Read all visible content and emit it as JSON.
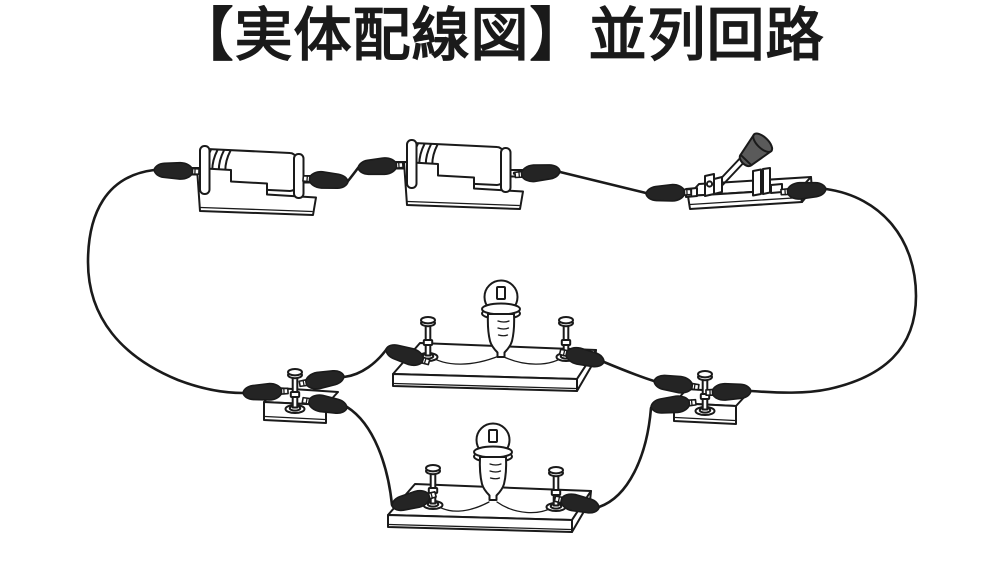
{
  "title": "【実体配線図】並列回路",
  "diagram": {
    "type": "pictorial-wiring-diagram",
    "circuit_topology": "parallel",
    "components": [
      "battery-holder-1",
      "battery-holder-2",
      "knife-switch",
      "light-bulb-board-1",
      "light-bulb-board-2",
      "terminal-post-left",
      "terminal-post-right",
      "alligator-clip-leads"
    ],
    "state": {
      "switch": "open"
    }
  },
  "colors": {
    "background": "#ffffff",
    "line": "#1a1a1a",
    "clip": "#242424",
    "knob": "#5a5a5a"
  }
}
